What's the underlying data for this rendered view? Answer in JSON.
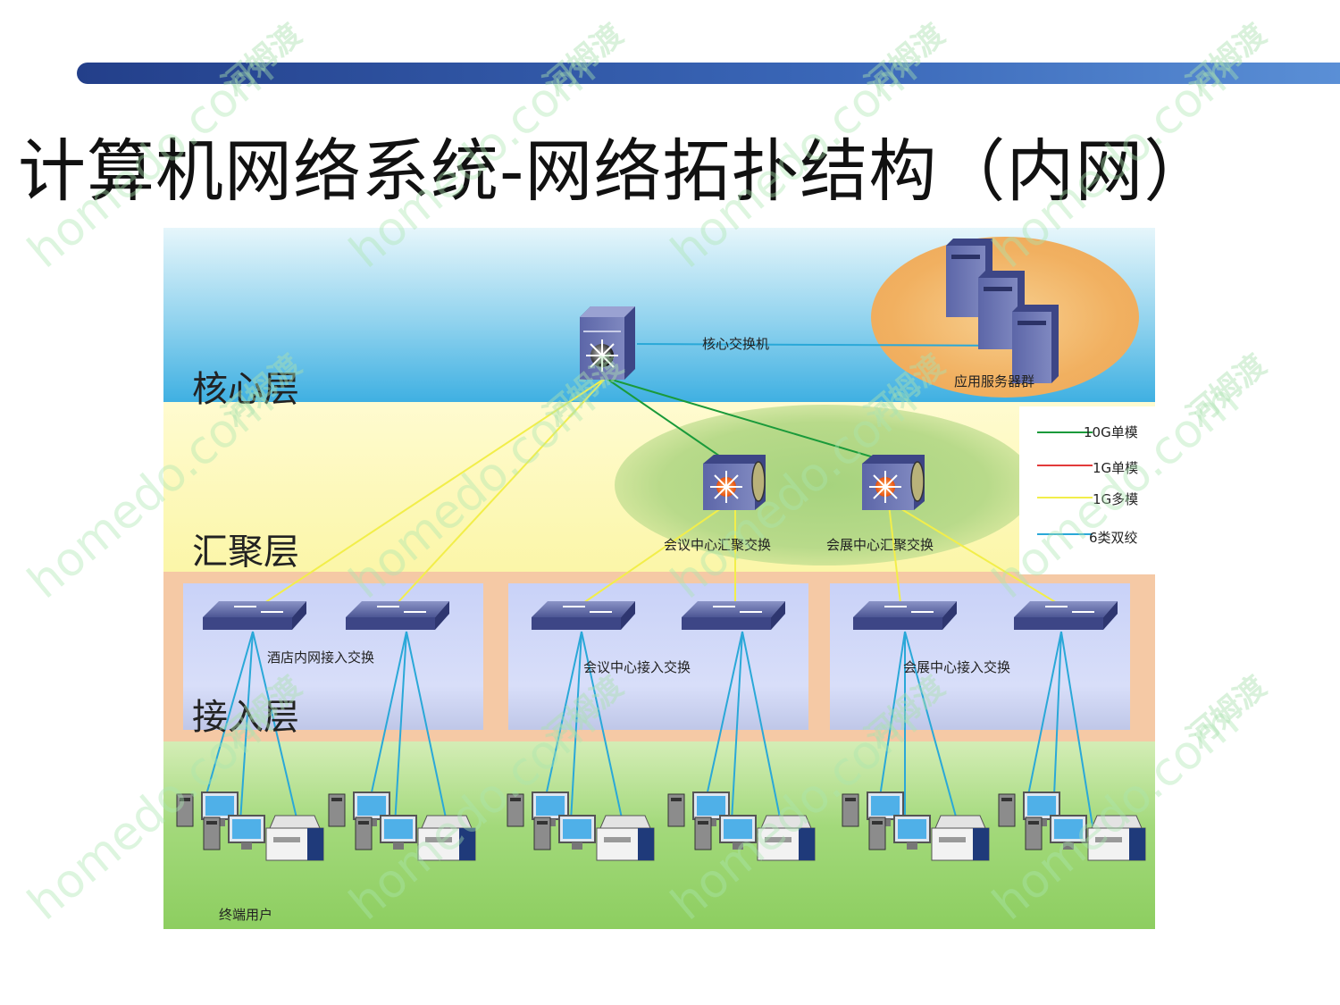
{
  "slide": {
    "title": "计算机网络系统-网络拓扑结构（内网）"
  },
  "layers": {
    "core": "核心层",
    "aggregation": "汇聚层",
    "access": "接入层"
  },
  "nodes": {
    "core_switch": "核心交换机",
    "server_cluster": "应用服务器群",
    "agg_switch_1": "会议中心汇聚交换",
    "agg_switch_2": "会展中心汇聚交换",
    "access_group_1": "酒店内网接入交换",
    "access_group_2": "会议中心接入交换",
    "access_group_3": "会展中心接入交换",
    "end_users": "终端用户"
  },
  "legend": [
    {
      "label": "10G单模",
      "color": "#1a9a3a"
    },
    {
      "label": "1G单模",
      "color": "#e23a3a"
    },
    {
      "label": "1G多模",
      "color": "#f2ee4a"
    },
    {
      "label": "6类双绞",
      "color": "#2aa8d8"
    }
  ],
  "watermark": {
    "site": "homedo.com",
    "brand": "河姆渡"
  },
  "icons": [
    "layer3-switch-icon",
    "server-icon",
    "access-switch-icon",
    "workstation-icon",
    "printer-icon"
  ]
}
